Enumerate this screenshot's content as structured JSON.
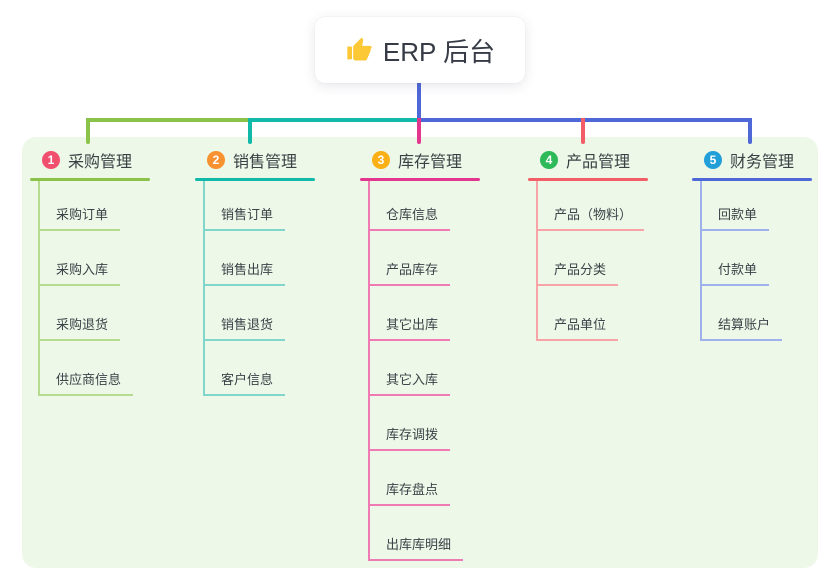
{
  "root": {
    "label": "ERP 后台",
    "icon": "thumbs-up-icon",
    "card_bg": "#ffffff"
  },
  "canvas": {
    "panel_bg": "#edf8e8",
    "stem_color": "#4f68d8",
    "text_color": "#3a3f47"
  },
  "branches": [
    {
      "num": "1",
      "label": "采购管理",
      "color": "#8ac24a",
      "line_light": "#b5db8e",
      "badge_color": "#f0506e",
      "children": [
        "采购订单",
        "采购入库",
        "采购退货",
        "供应商信息"
      ]
    },
    {
      "num": "2",
      "label": "销售管理",
      "color": "#10b9a8",
      "line_light": "#7fd6cb",
      "badge_color": "#f8912f",
      "children": [
        "销售订单",
        "销售出库",
        "销售退货",
        "客户信息"
      ]
    },
    {
      "num": "3",
      "label": "库存管理",
      "color": "#e3368f",
      "line_light": "#f07ab4",
      "badge_color": "#fbb017",
      "children": [
        "仓库信息",
        "产品库存",
        "其它出库",
        "其它入库",
        "库存调拨",
        "库存盘点",
        "出库库明细"
      ]
    },
    {
      "num": "4",
      "label": "产品管理",
      "color": "#f25d68",
      "line_light": "#f8a3a8",
      "badge_color": "#2eba58",
      "children": [
        "产品（物料）",
        "产品分类",
        "产品单位"
      ]
    },
    {
      "num": "5",
      "label": "财务管理",
      "color": "#4f68d8",
      "line_light": "#9fb1ec",
      "badge_color": "#219fd8",
      "children": [
        "回款单",
        "付款单",
        "结算账户"
      ]
    }
  ]
}
